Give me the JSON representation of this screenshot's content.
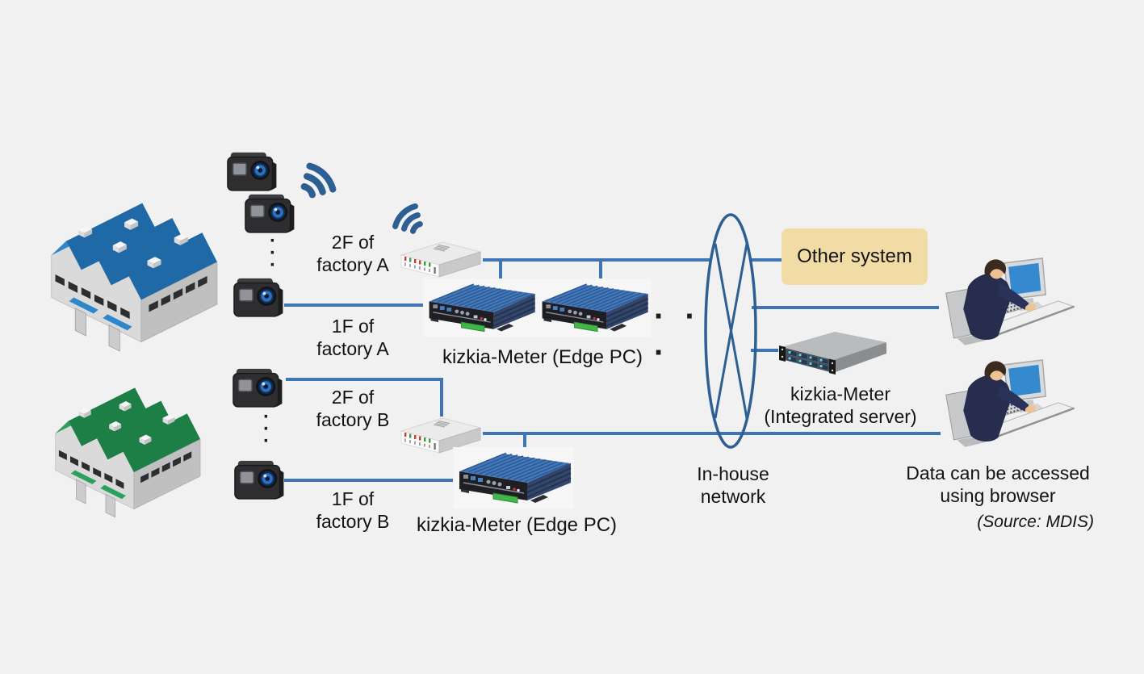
{
  "diagram": {
    "factories": {
      "factory_a": {
        "roof_color": "#2f86c9",
        "roof_color_dark": "#1f6aa6"
      },
      "factory_b": {
        "roof_color": "#2aa15d",
        "roof_color_dark": "#1d7f46"
      }
    },
    "floor_labels": {
      "a2f": "2F of\nfactory A",
      "a1f": "1F of\nfactory A",
      "b2f": "2F of\nfactory B",
      "b1f": "1F of\nfactory B"
    },
    "devices": {
      "edge_pc_a_label": "kizkia-Meter (Edge PC)",
      "edge_pc_b_label": "kizkia-Meter (Edge PC)",
      "server_label": "kizkia-Meter\n(Integrated server)",
      "other_system_label": "Other system",
      "network_label": "In-house\nnetwork"
    },
    "annotations": {
      "browser_access": "Data can be accessed\nusing browser",
      "source": "(Source: MDIS)"
    },
    "dots": {
      "vertical": "·\n·\n·",
      "horizontal": "· · ·"
    },
    "colors": {
      "background": "#f2f1f2",
      "connection_line": "#3f74b5",
      "network_symbol": "#2d5f93",
      "wifi": "#2d5f93",
      "other_system_bg": "#f0dca4",
      "text": "#131313"
    }
  }
}
